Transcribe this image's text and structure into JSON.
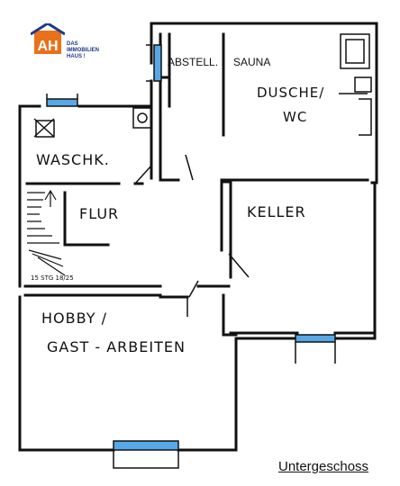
{
  "logo": {
    "letters": "AH",
    "line1": "DAS",
    "line2": "IMMOBILIEN",
    "line3": "HAUS !"
  },
  "rooms": {
    "abstell": "ABSTELL.",
    "sauna": "SAUNA",
    "dusche": "DUSCHE/",
    "wc": "WC",
    "waschk": "WASCHK.",
    "flur": "FLUR",
    "keller": "KELLER",
    "hobby": "HOBBY /",
    "gast": "GAST - ARBEITEN"
  },
  "stairs_note": "15 STG 18/25",
  "caption": "Untergeschoss",
  "colors": {
    "wall": "#111111",
    "window": "#56a8e6",
    "logo_orange": "#e8711c",
    "logo_blue": "#1d3a8a"
  }
}
